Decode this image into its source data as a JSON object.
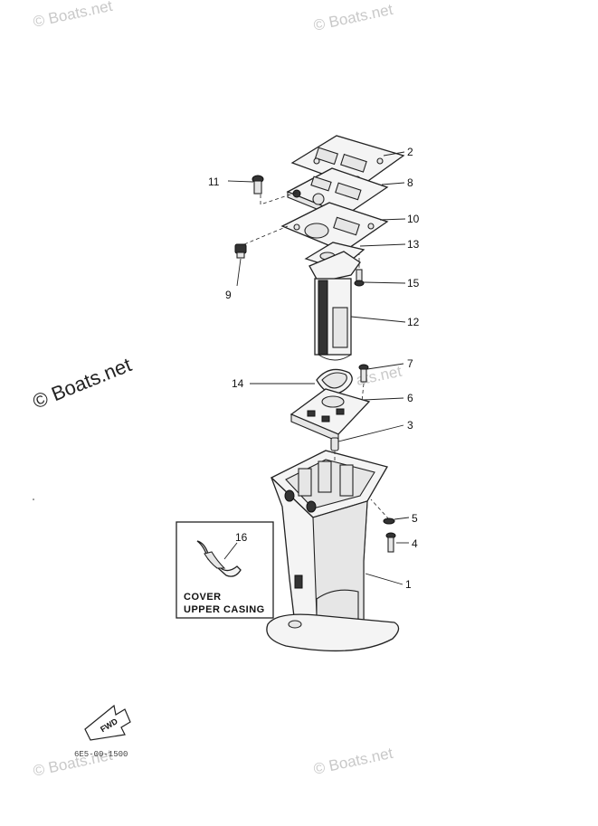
{
  "watermarks": {
    "top_left": "© Boats.net",
    "top_right": "© Boats.net",
    "center_left": "© Boats.net",
    "center_mid": "ats.net",
    "bottom_left": "© Boats.net",
    "bottom_right": "© Boats.net"
  },
  "callouts": {
    "c1": "1",
    "c2": "2",
    "c3": "3",
    "c4": "4",
    "c5": "5",
    "c6": "6",
    "c7": "7",
    "c8": "8",
    "c9": "9",
    "c10": "10",
    "c11": "11",
    "c12": "12",
    "c13": "13",
    "c14": "14",
    "c15": "15",
    "c16": "16"
  },
  "inset": {
    "line1": "COVER",
    "line2": "UPPER CASING"
  },
  "direction_arrow": {
    "label": "FWD"
  },
  "diagram_code": "6E5-00-1500"
}
